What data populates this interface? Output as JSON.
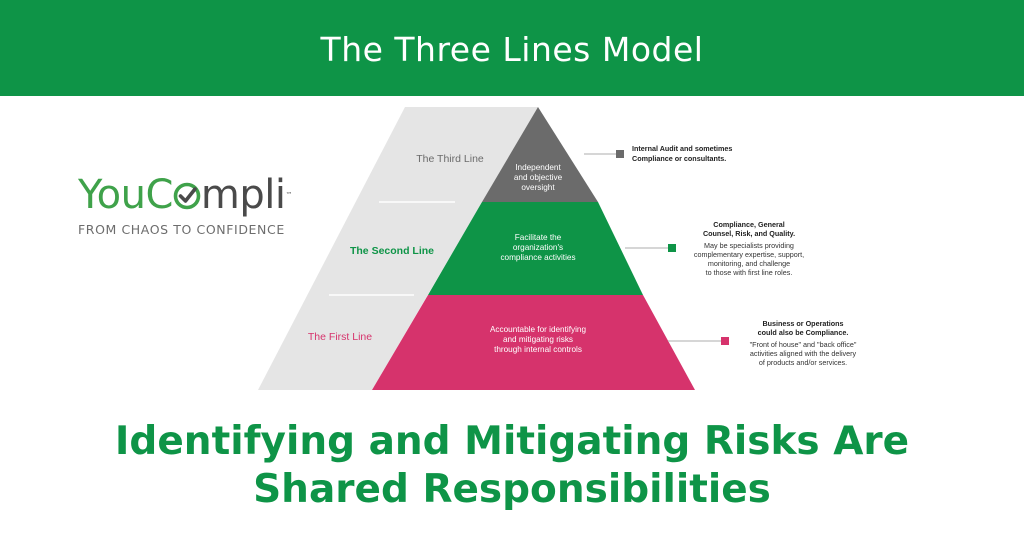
{
  "banner": {
    "title": "The Three Lines Model"
  },
  "logo": {
    "name_part1": "You",
    "name_part2": "C",
    "name_part3": "mpli",
    "trademark": "™",
    "tagline": "FROM CHAOS TO CONFIDENCE",
    "brand_green": "#3fa24a"
  },
  "pyramid": {
    "lines": [
      {
        "side_label": "The Third Line",
        "center_text": [
          "Independent",
          "and objective",
          "oversight"
        ],
        "note_bold": [
          "Internal Audit and sometimes",
          "Compliance or consultants."
        ],
        "note_body": [],
        "color": "#6b6b6b"
      },
      {
        "side_label": "The Second Line",
        "center_text": [
          "Facilitate the",
          "organization's",
          "compliance activities"
        ],
        "note_bold": [
          "Compliance, General",
          "Counsel, Risk, and Quality."
        ],
        "note_body": [
          "May be specialists providing",
          "complementary expertise, support,",
          "monitoring, and challenge",
          "to those with first line roles."
        ],
        "color": "#0e9447"
      },
      {
        "side_label": "The First Line",
        "center_text": [
          "Accountable for identifying",
          "and mitigating risks",
          "through internal controls"
        ],
        "note_bold": [
          "Business or Operations",
          "could also be Compliance."
        ],
        "note_body": [
          "\"Front of house\" and \"back office\"",
          "activities aligned with the delivery",
          "of products and/or services."
        ],
        "color": "#d6336c"
      }
    ]
  },
  "heading": {
    "line1": "Identifying and Mitigating Risks Are",
    "line2": "Shared Responsibilities"
  }
}
